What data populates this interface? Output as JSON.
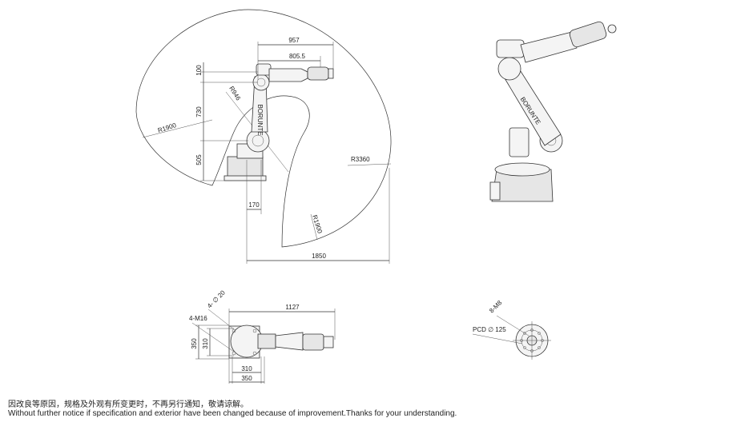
{
  "side_view": {
    "dims": {
      "reach_top_outer": "957",
      "reach_top_inner": "805.5",
      "height_upper": "100",
      "height_arm": "730",
      "height_base": "505",
      "radius_inner": "R946",
      "radius_left": "R1900",
      "radius_outer": "R3360",
      "radius_bottom": "R1900",
      "base_offset": "170",
      "width_bottom": "1850"
    }
  },
  "top_view": {
    "dims": {
      "holes_large": "4- ∅ 20",
      "holes_thread": "4-M16",
      "length": "1127",
      "height_outer": "350",
      "height_inner": "310",
      "width_inner": "310",
      "width_outer": "350"
    }
  },
  "flange_view": {
    "dims": {
      "thread": "8-M8",
      "pcd": "PCD ∅ 125"
    }
  },
  "notes": {
    "cn": "因改良等原因，规格及外观有所变更时，不再另行通知，敬请谅解。",
    "en": "Without further notice if specification and exterior have been changed because of improvement.Thanks for your understanding."
  }
}
